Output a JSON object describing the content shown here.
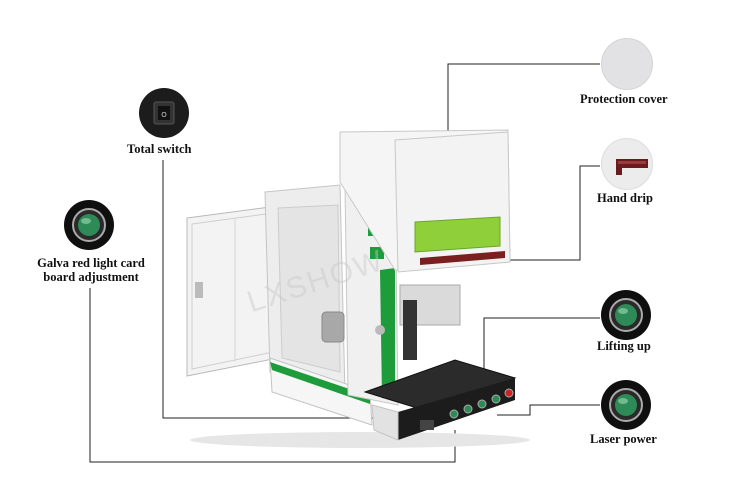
{
  "callouts": {
    "protection_cover": "Protection cover",
    "hand_drip": "Hand drip",
    "total_switch": "Total switch",
    "galva_line1": "Galva red light card",
    "galva_line2": "board adjustment",
    "lifting_up": "Lifting up",
    "laser_power": "Laser power"
  },
  "watermark": "LXSHOW",
  "colors": {
    "accent_green": "#1e9b3a",
    "window_green": "#8fd03a",
    "handle_maroon": "#7a1f1f",
    "cabinet_white": "#f2f2f2"
  }
}
